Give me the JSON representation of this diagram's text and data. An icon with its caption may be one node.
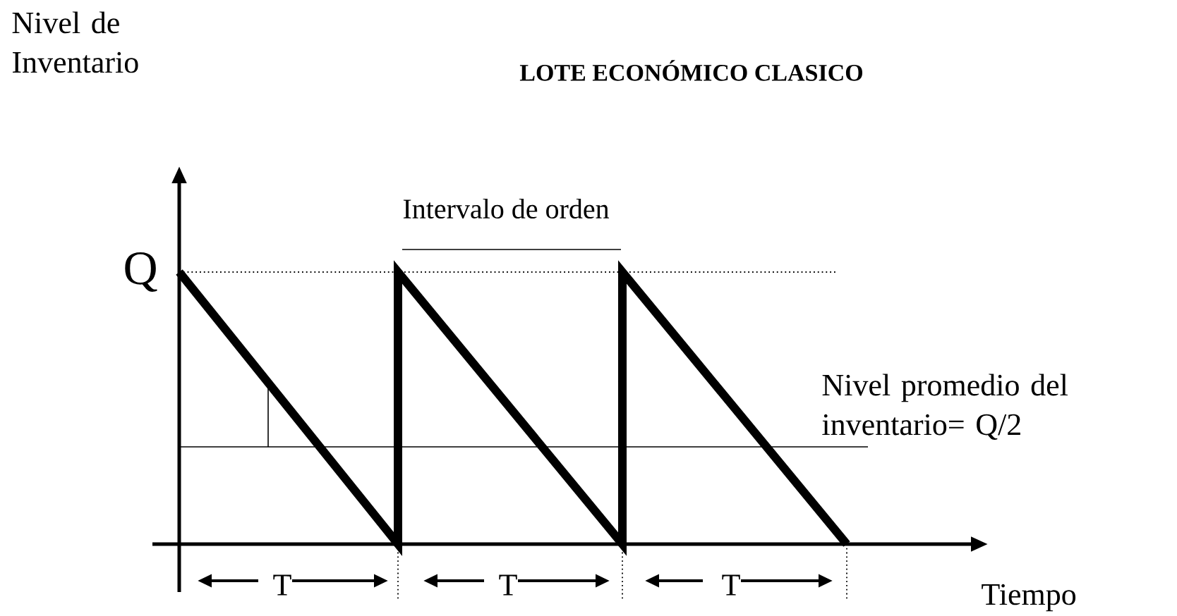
{
  "diagram": {
    "title": "LOTE ECONÓMICO CLASICO",
    "labels": [
      "Nivel de Inventario",
      "Intervalo de orden",
      "Q",
      "Nivel promedio del inventario= Q/2",
      "T",
      "T",
      "T",
      "Tiempo"
    ]
  }
}
